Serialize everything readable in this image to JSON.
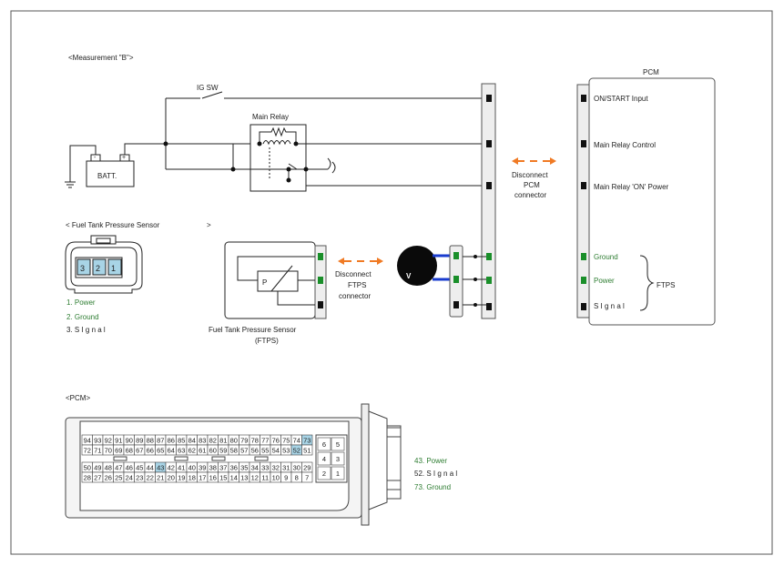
{
  "measurement_title": "<Measurement \"B\">",
  "ig_sw": "IG SW",
  "main_relay": "Main Relay",
  "batt": "BATT.",
  "batt_minus": "-",
  "batt_plus": "+",
  "sensor_header": "< Fuel Tank Pressure Sensor",
  "sensor_header_end": ">",
  "sensor_pins": [
    "3",
    "2",
    "1"
  ],
  "sensor_legend": [
    "1. Power",
    "2. Ground",
    "3. S   I g n a l"
  ],
  "ftps_label_line1": "Fuel Tank Pressure Sensor",
  "ftps_label_line2": "(FTPS)",
  "sensor_p": "P",
  "voltmeter": "V",
  "disconnect_ftps": [
    "Disconnect",
    "FTPS",
    "connector"
  ],
  "disconnect_pcm": [
    "Disconnect",
    "PCM",
    "connector"
  ],
  "pcm_title": "PCM",
  "pcm_pins": [
    "ON/START Input",
    "Main Relay Control",
    "Main Relay 'ON' Power",
    "Ground",
    "Power",
    "S I g n a l"
  ],
  "ftps_group": "FTPS",
  "pcm_header": "<PCM>",
  "pcm_conn_rows": [
    [
      "94",
      "93",
      "92",
      "91",
      "90",
      "89",
      "88",
      "87",
      "86",
      "85",
      "84",
      "83",
      "82",
      "81",
      "80",
      "79",
      "78",
      "77",
      "76",
      "75",
      "74",
      "73"
    ],
    [
      "72",
      "71",
      "70",
      "69",
      "68",
      "67",
      "66",
      "65",
      "64",
      "63",
      "62",
      "61",
      "60",
      "59",
      "58",
      "57",
      "56",
      "55",
      "54",
      "53",
      "52",
      "51"
    ],
    [
      "50",
      "49",
      "48",
      "47",
      "46",
      "45",
      "44",
      "43",
      "42",
      "41",
      "40",
      "39",
      "38",
      "37",
      "36",
      "35",
      "34",
      "33",
      "32",
      "31",
      "30",
      "29"
    ],
    [
      "28",
      "27",
      "26",
      "25",
      "24",
      "23",
      "22",
      "21",
      "20",
      "19",
      "18",
      "17",
      "16",
      "15",
      "14",
      "13",
      "12",
      "11",
      "10",
      "9",
      "8",
      "7"
    ]
  ],
  "pcm_conn_small": [
    [
      "6",
      "5"
    ],
    [
      "4",
      "3"
    ],
    [
      "2",
      "1"
    ]
  ],
  "pcm_highlight": [
    "73",
    "52",
    "43"
  ],
  "pcm_legend": [
    "43. Power",
    "52. S   I g n a l",
    "73. Ground"
  ],
  "colors": {
    "green": "#2e7d32",
    "pin_green": "#1a8f2a",
    "arrow": "#f07a24",
    "highlight": "#a8d4e6",
    "wire_blue": "#1a3ccf"
  }
}
